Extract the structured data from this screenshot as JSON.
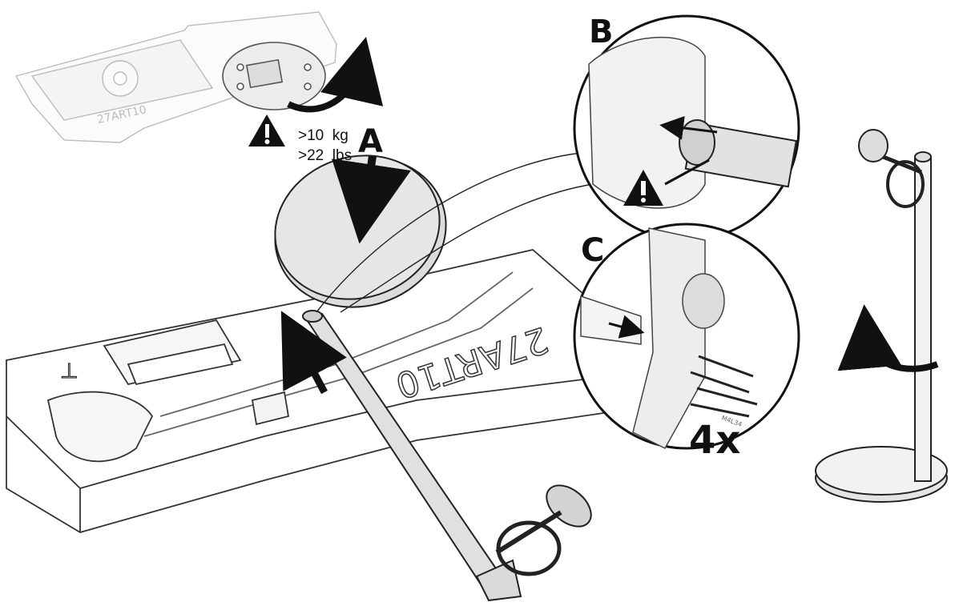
{
  "step_labels": {
    "a": "A",
    "b": "B",
    "c": "C"
  },
  "weight": {
    "kg": ">10  kg",
    "lbs": ">22  lbs"
  },
  "packaging_text": "27ART10",
  "screw_quantity": "4x",
  "part_reference": "M4L34",
  "icons": [
    "warning-icon",
    "rotate-arrow-icon",
    "push-arrow-icon",
    "screw-icon"
  ]
}
